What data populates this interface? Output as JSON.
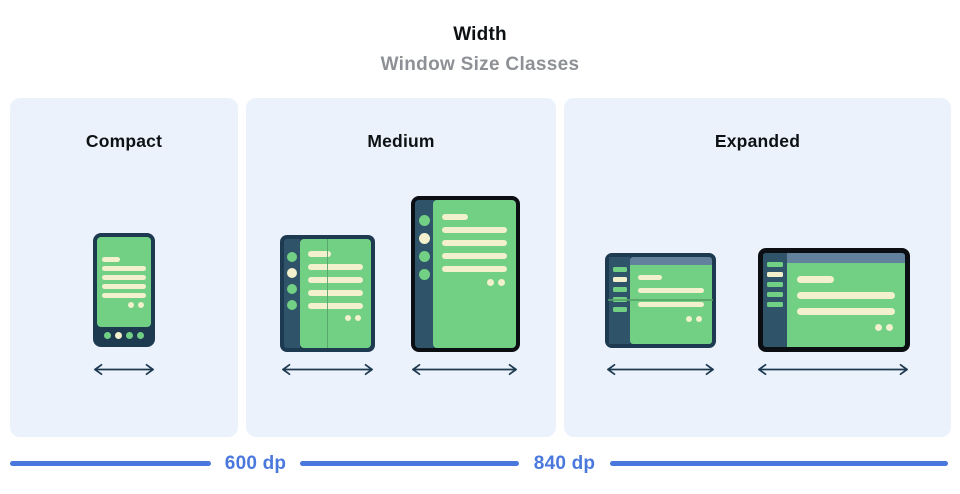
{
  "header": {
    "title": "Width",
    "subtitle": "Window Size Classes"
  },
  "panels": [
    {
      "label": "Compact"
    },
    {
      "label": "Medium"
    },
    {
      "label": "Expanded"
    }
  ],
  "ruler": {
    "labels": [
      "600 dp",
      "840 dp"
    ]
  },
  "colors": {
    "accent_blue": "#4a78dc",
    "panel_bg": "#ebf2fb",
    "frame_navy": "#1e3a50",
    "border_black": "#0b0e12",
    "rail_navy": "#2f5469",
    "screen_green": "#72d084",
    "cream": "#f3f0cd",
    "topbar_gray_blue": "#61819d",
    "subtitle_gray": "#8d9095",
    "fold_green": "#54a066",
    "label_dark": "#0e1114"
  }
}
